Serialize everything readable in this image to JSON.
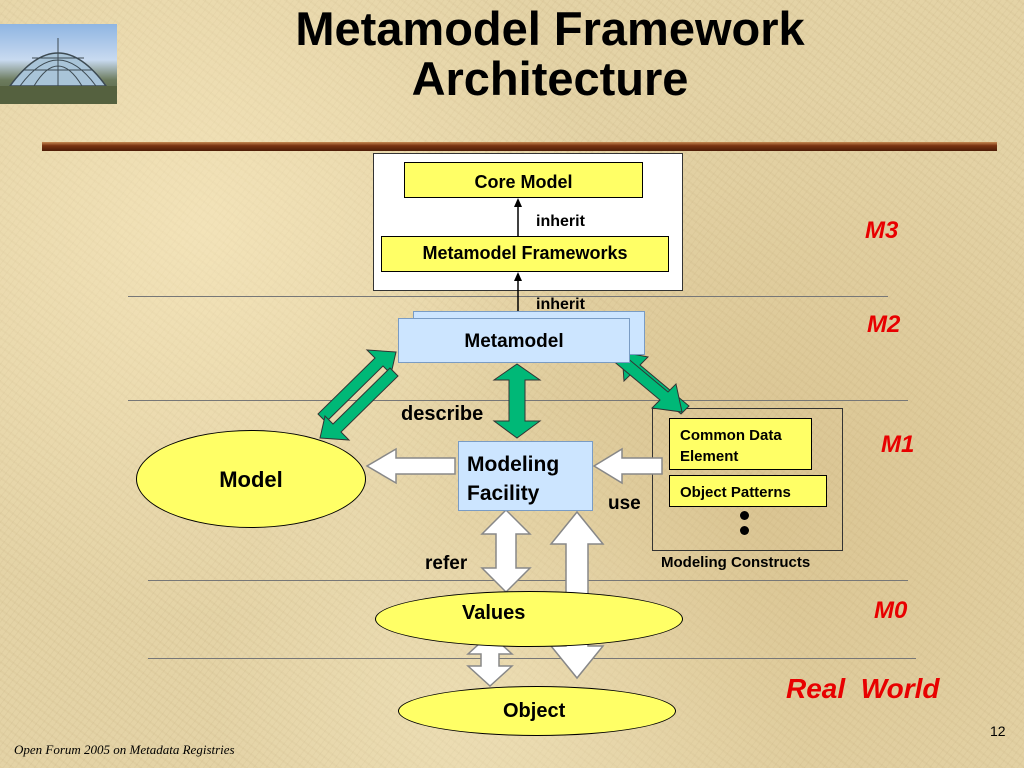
{
  "title": {
    "line1": "Metamodel Framework",
    "line2": "Architecture"
  },
  "levels": {
    "m3": "M3",
    "m2": "M2",
    "m1": "M1",
    "m0": "M0",
    "real_world": "Real  World"
  },
  "boxes": {
    "core_model": "Core Model",
    "metamodel_frameworks": "Metamodel Frameworks",
    "metamodel": "Metamodel",
    "modeling_facility_line1": "Modeling",
    "modeling_facility_line2": "Facility",
    "common_data_element_line1": "Common Data",
    "common_data_element_line2": "Element",
    "object_patterns": "Object Patterns",
    "modeling_constructs": "Modeling Constructs"
  },
  "ellipses": {
    "model": "Model",
    "values": "Values",
    "object": "Object"
  },
  "relations": {
    "inherit_top": "inherit",
    "inherit_bottom": "inherit",
    "describe": "describe",
    "use": "use",
    "refer": "refer"
  },
  "colors": {
    "box_yellow": "#ffff66",
    "box_blue": "#cce5ff",
    "arrow_green": "#00b877",
    "level_red": "#e80000",
    "rule_brown": "#7a3412"
  },
  "footer": "Open Forum 2005 on Metadata Registries",
  "page_number": "12"
}
